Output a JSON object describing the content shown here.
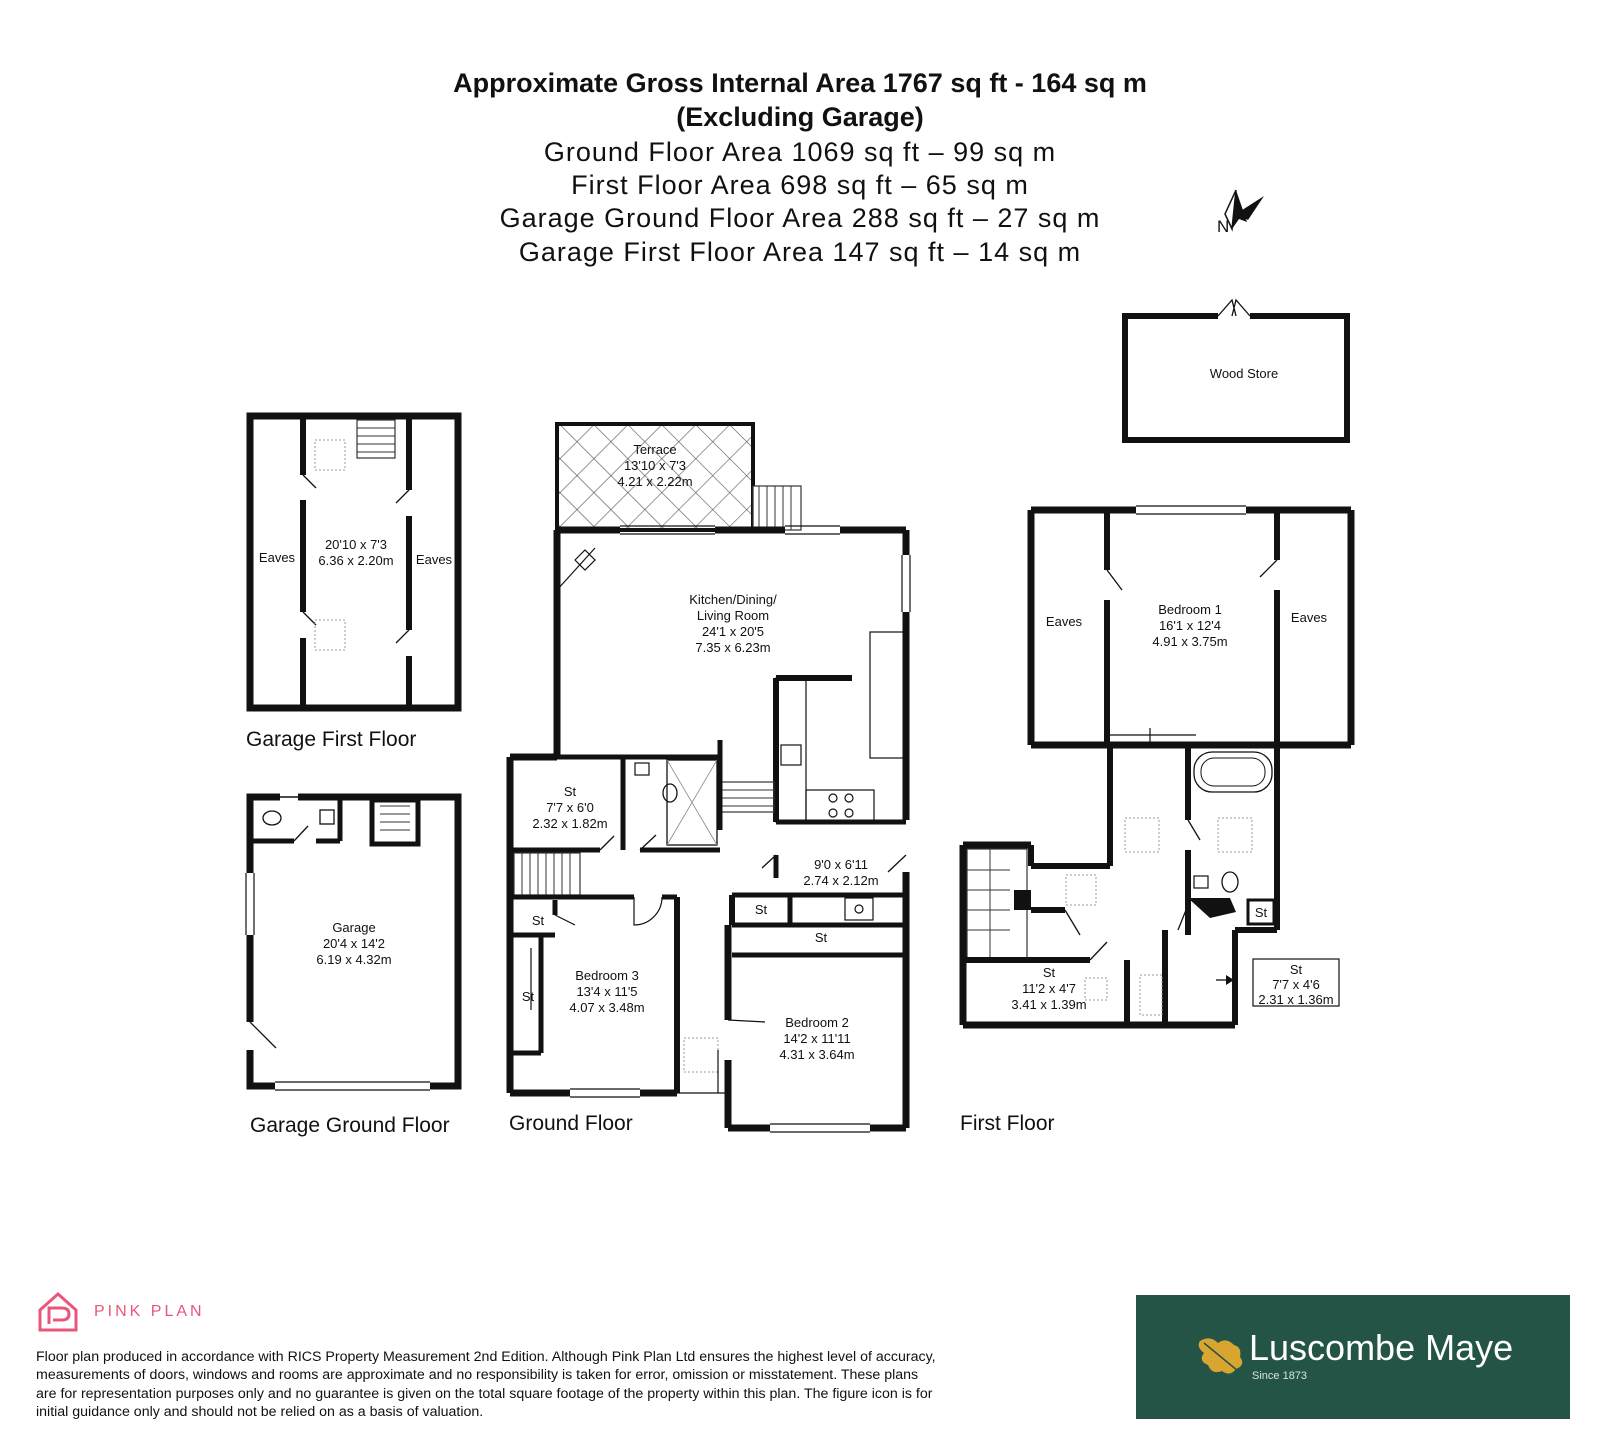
{
  "header": {
    "line1": "Approximate Gross Internal Area 1767 sq ft - 164 sq m",
    "line2": "(Excluding Garage)",
    "line3": "Ground Floor Area 1069 sq ft – 99 sq m",
    "line4": "First Floor Area 698 sq ft – 65 sq m",
    "line5": "Garage Ground Floor Area 288 sq ft – 27 sq m",
    "line6": "Garage First Floor Area 147 sq ft – 14 sq m"
  },
  "compass": {
    "label": "N"
  },
  "floors": {
    "garage_first": "Garage First Floor",
    "garage_ground": "Garage Ground Floor",
    "ground": "Ground Floor",
    "first": "First Floor"
  },
  "rooms": {
    "wood_store": "Wood Store",
    "gff_eaves_left": "Eaves",
    "gff_eaves_right": "Eaves",
    "gff_dim_imp": "20'10 x 7'3",
    "gff_dim_met": "6.36 x 2.20m",
    "garage_name": "Garage",
    "garage_imp": "20'4 x 14'2",
    "garage_met": "6.19 x 4.32m",
    "terrace_name": "Terrace",
    "terrace_imp": "13'10 x 7'3",
    "terrace_met": "4.21 x 2.22m",
    "kitchen_l1": "Kitchen/Dining/",
    "kitchen_l2": "Living Room",
    "kitchen_imp": "24'1 x 20'5",
    "kitchen_met": "7.35 x 6.23m",
    "st1_name": "St",
    "st1_imp": "7'7 x 6'0",
    "st1_met": "2.32 x 1.82m",
    "utility_imp": "9'0 x 6'11",
    "utility_met": "2.74 x 2.12m",
    "st_small1": "St",
    "st_small2": "St",
    "st_small3": "St",
    "st_small4": "St",
    "bed3_name": "Bedroom 3",
    "bed3_imp": "13'4 x 11'5",
    "bed3_met": "4.07 x 3.48m",
    "bed2_name": "Bedroom 2",
    "bed2_imp": "14'2 x 11'11",
    "bed2_met": "4.31 x 3.64m",
    "ff_eaves_left": "Eaves",
    "ff_eaves_right": "Eaves",
    "bed1_name": "Bedroom 1",
    "bed1_imp": "16'1 x 12'4",
    "bed1_met": "4.91 x 3.75m",
    "ff_st_name": "St",
    "ff_st_imp": "11'2 x 4'7",
    "ff_st_met": "3.41 x 1.39m",
    "ff_st_small": "St",
    "ff_st2_name": "St",
    "ff_st2_imp": "7'7 x 4'6",
    "ff_st2_met": "2.31 x 1.36m"
  },
  "footer": {
    "brand": "PINK PLAN",
    "disclaimer": "Floor plan produced in accordance with RICS Property Measurement 2nd Edition. Although Pink Plan Ltd ensures the highest level of accuracy, measurements of doors, windows and rooms are approximate and no responsibility is taken for error, omission or misstatement. These plans are for representation purposes only and no guarantee is given on the total square footage of the property within this plan. The figure icon is for initial guidance only and should not be relied on as a basis of valuation.",
    "agent_name": "Luscombe Maye",
    "agent_since": "Since 1873"
  },
  "colors": {
    "wall": "#111111",
    "pink": "#e8577b",
    "agent_bg": "#245445",
    "leaf": "#d9a531"
  }
}
